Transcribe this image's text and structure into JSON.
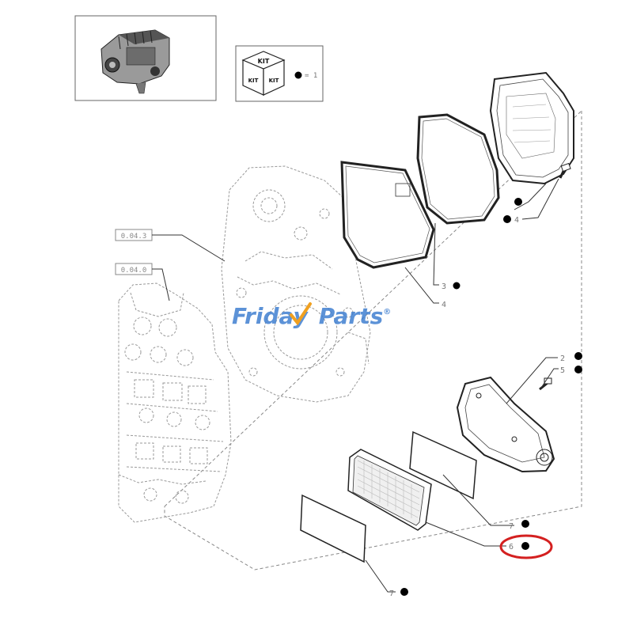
{
  "kit_legend": {
    "kit_label_top": "KIT",
    "kit_label_left": "KIT",
    "kit_label_right": "KIT",
    "equals_text": "= 1"
  },
  "references": [
    {
      "id": "ref-1",
      "text": "0.04.3"
    },
    {
      "id": "ref-2",
      "text": "0.04.0"
    }
  ],
  "callouts": [
    {
      "id": "callout-3",
      "text": "3"
    },
    {
      "id": "callout-4a",
      "text": "4"
    },
    {
      "id": "callout-4b",
      "text": "4"
    },
    {
      "id": "callout-2",
      "text": "2"
    },
    {
      "id": "callout-5",
      "text": "5"
    },
    {
      "id": "callout-7a",
      "text": "7"
    },
    {
      "id": "callout-6",
      "text": "6"
    },
    {
      "id": "callout-7b",
      "text": "7"
    }
  ],
  "watermark": {
    "part1": "Friday",
    "part2": "Parts",
    "mark": "®"
  },
  "colors": {
    "line": "#333333",
    "dashed": "#888888",
    "dot": "#000000",
    "watermark_blue": "#3f7fd0",
    "watermark_orange": "#f0a020",
    "highlight_red": "#d42020"
  }
}
